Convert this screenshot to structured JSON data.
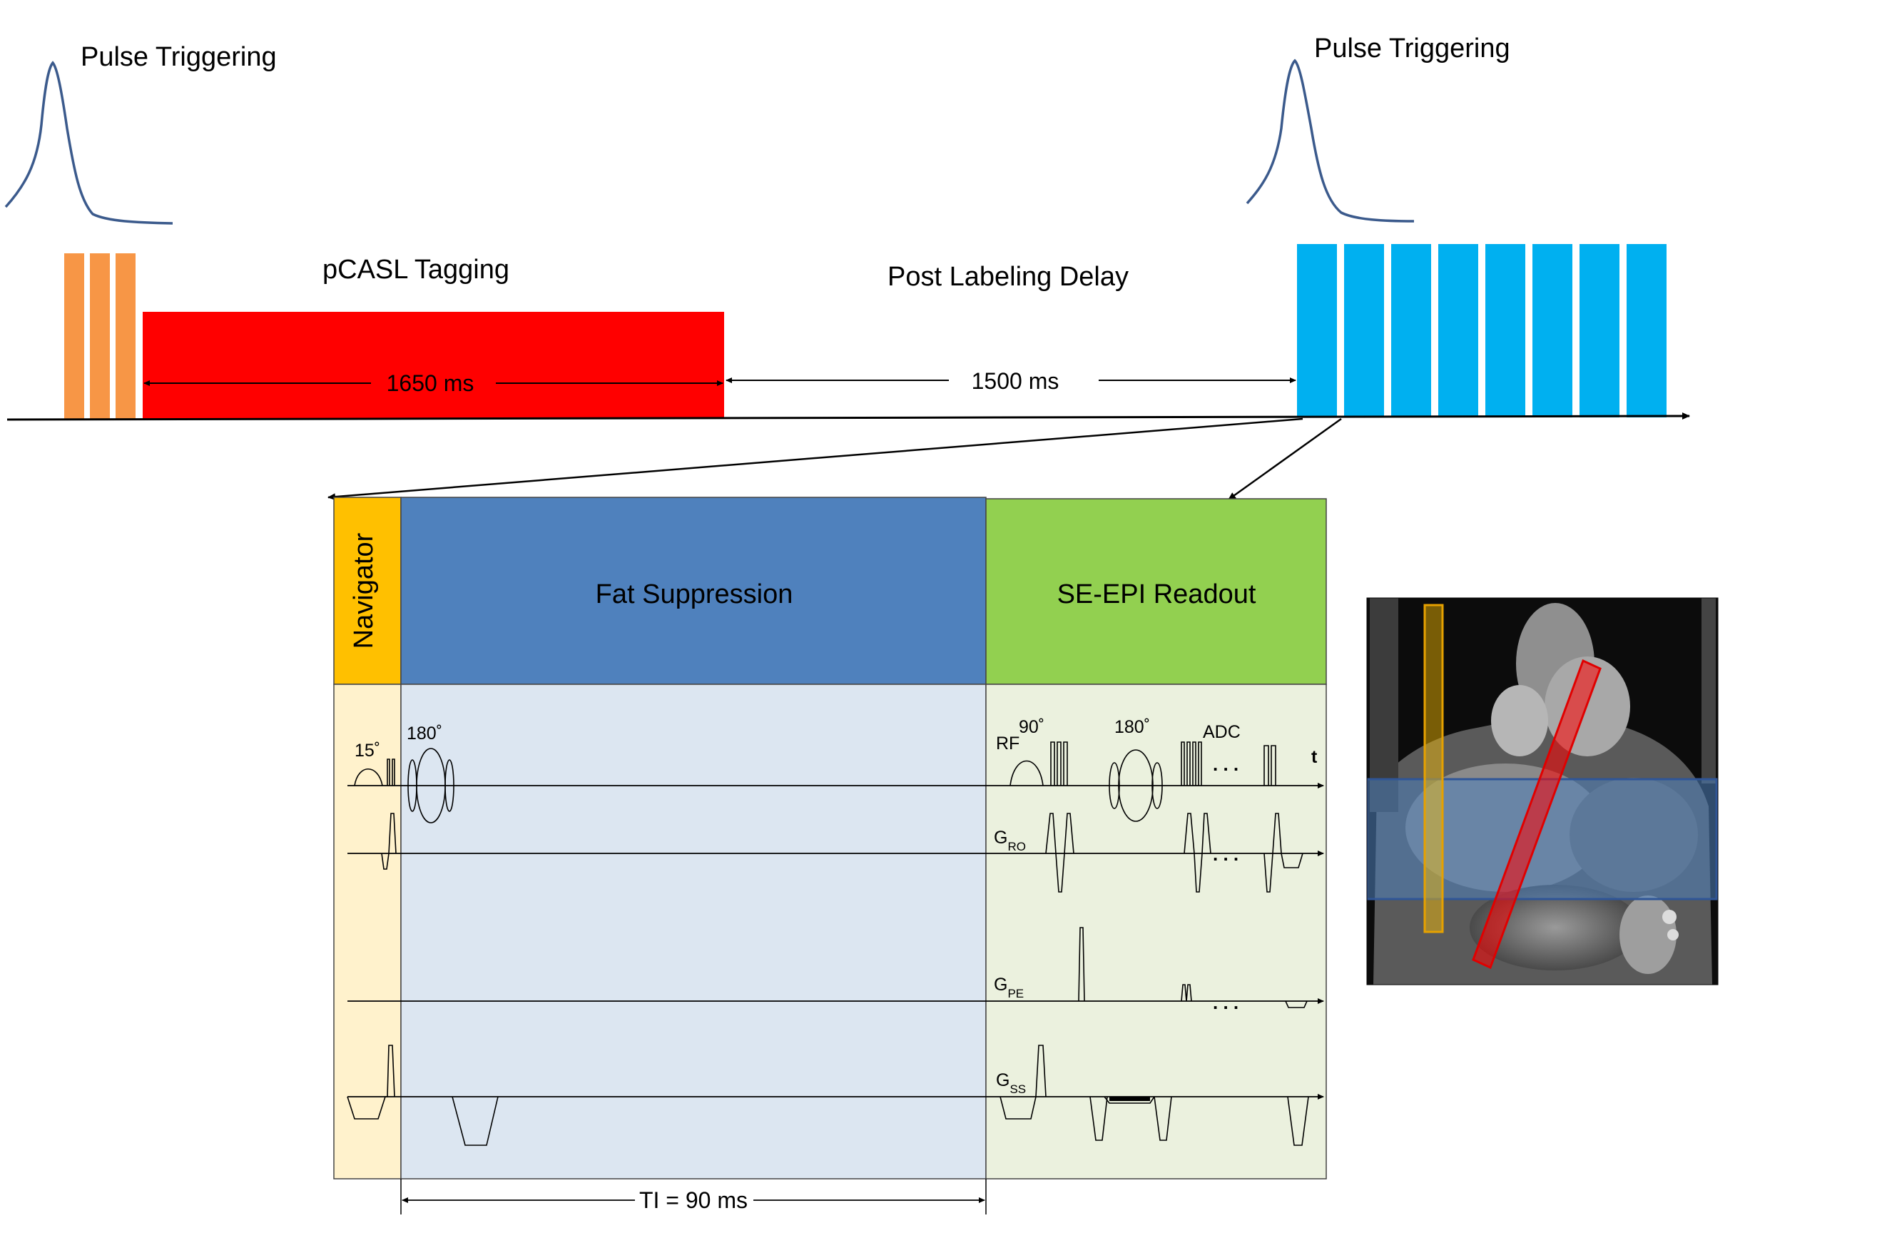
{
  "timeline": {
    "pulse_left_label": "Pulse Triggering",
    "pulse_right_label": "Pulse Triggering",
    "tagging_label": "pCASL Tagging",
    "delay_label": "Post Labeling Delay",
    "tagging_duration": "1650 ms",
    "delay_duration": "1500 ms"
  },
  "blocks": {
    "navigator": "Navigator",
    "fat_suppression": "Fat Suppression",
    "readout": "SE-EPI Readout"
  },
  "sequence": {
    "nav_flip": "15˚",
    "fs_flip": "180˚",
    "readout_flip_90": "90˚",
    "readout_flip_180": "180˚",
    "adc": "ADC",
    "rf": "RF",
    "time_axis": "t",
    "g": "G",
    "ro_sub": "RO",
    "pe_sub": "PE",
    "ss_sub": "SS",
    "ellipsis": ". . .",
    "ti": "TI = 90 ms"
  },
  "colors": {
    "orange_pulses": "#F79646",
    "tagging_red": "#FF0000",
    "readout_blue": "#00B0F0",
    "navigator_yellow": "#FFC000",
    "fat_blue": "#4F81BD",
    "readout_green": "#92D050",
    "navigator_light": "#FFF2CC",
    "fat_light": "#DCE6F1",
    "readout_light": "#EBF1DE",
    "ecg_line": "#3B5A8C"
  }
}
